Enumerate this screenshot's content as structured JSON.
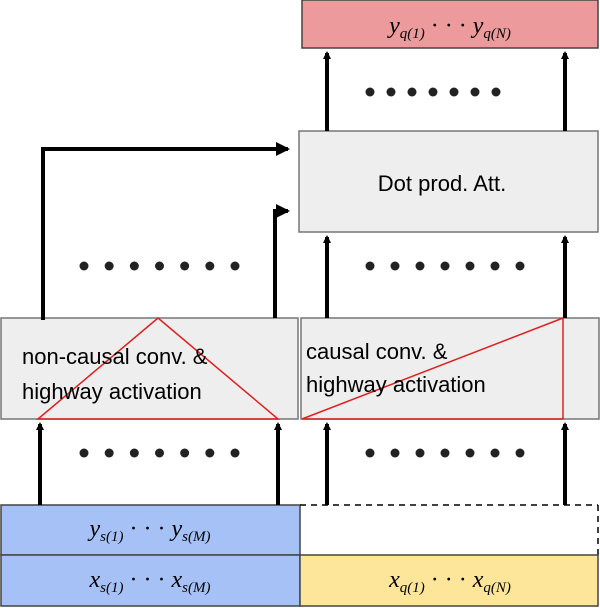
{
  "boxes": {
    "output": {
      "label": "y_q(1) · · · y_q(N)",
      "main": [
        "y",
        "y"
      ],
      "sub": [
        "q(1)",
        "q(N)"
      ],
      "fill": "#ec9a9c"
    },
    "attention": {
      "label": "Dot prod. Att.",
      "fill": "#eeeeee"
    },
    "encoder": {
      "lines": [
        "non-causal conv. &",
        "highway activation"
      ],
      "fill": "#eeeeee"
    },
    "decoder": {
      "lines": [
        "causal conv. &",
        "highway activation"
      ],
      "fill": "#eeeeee"
    },
    "source_y": {
      "label": "y_s(1) · · · y_s(M)",
      "main": [
        "y",
        "y"
      ],
      "sub": [
        "s(1)",
        "s(M)"
      ],
      "fill": "#a6c1f5"
    },
    "source_x": {
      "label": "x_s(1) · · · x_s(M)",
      "main": [
        "x",
        "x"
      ],
      "sub": [
        "s(1)",
        "s(M)"
      ],
      "fill": "#a6c1f5"
    },
    "target_x": {
      "label": "x_q(1) · · · x_q(N)",
      "main": [
        "x",
        "x"
      ],
      "sub": [
        "q(1)",
        "q(N)"
      ],
      "fill": "#fde59a"
    }
  },
  "ellipsis_dots": 7,
  "colors": {
    "arrow": "#000000",
    "triangle": "#e02020",
    "border": "#777777"
  }
}
